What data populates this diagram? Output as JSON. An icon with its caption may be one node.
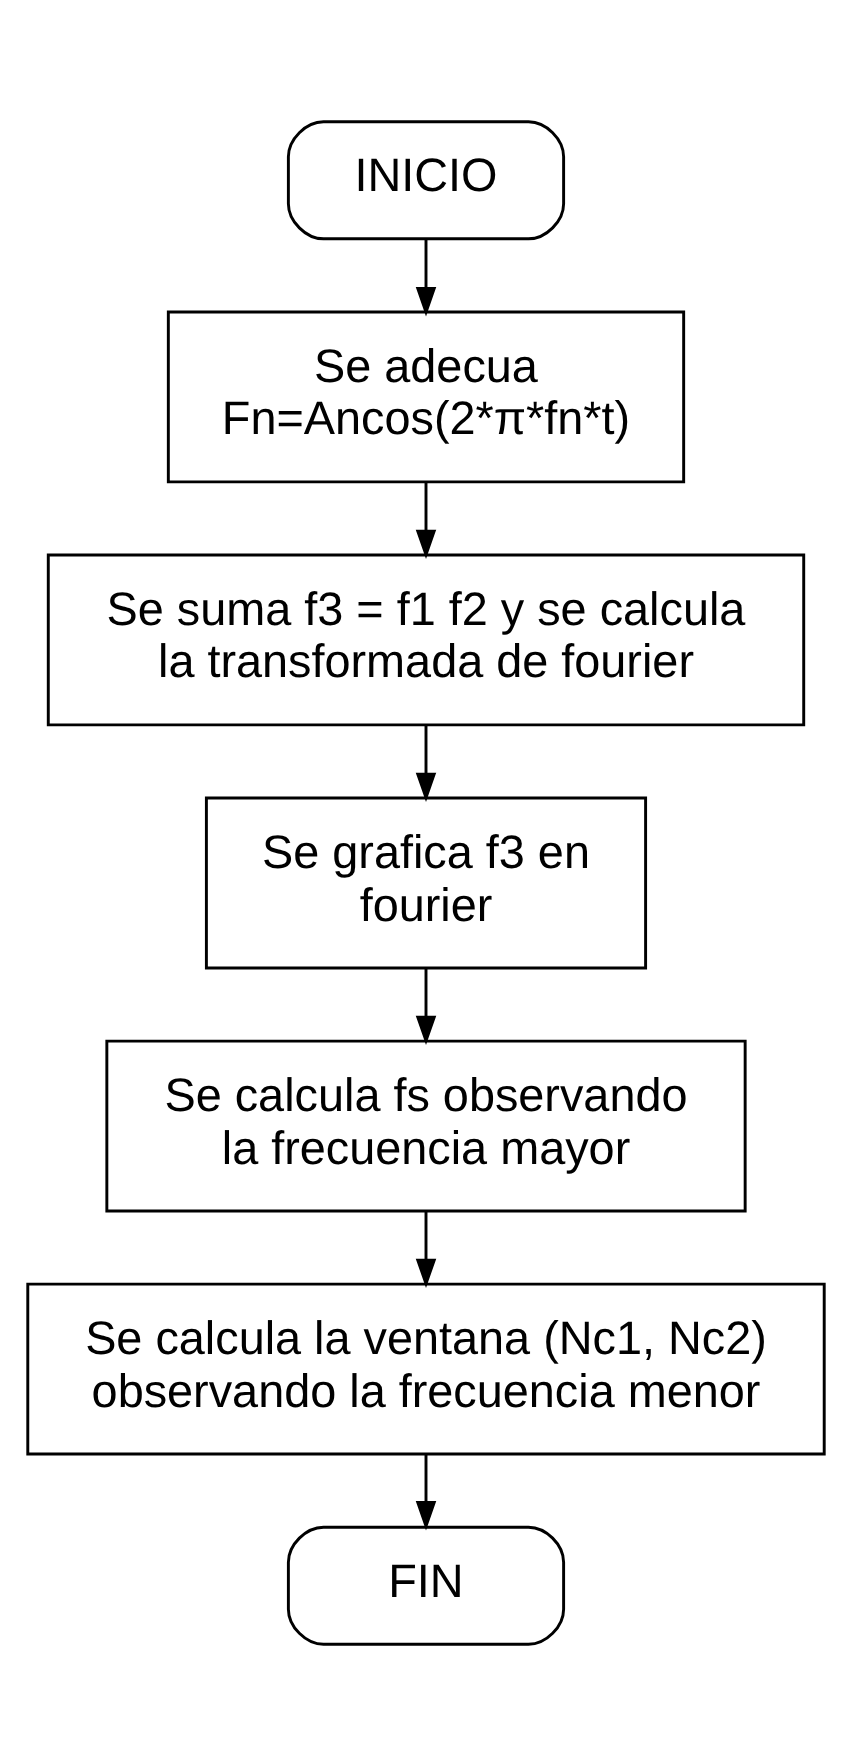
{
  "diagram": {
    "nodes": [
      {
        "text": [
          "INICIO"
        ]
      },
      {
        "text": [
          "Se adecua Fn=Ancos(2*π*fn*t)"
        ]
      },
      {
        "text": [
          "Se suma f3 = f1 f2 y se calcula la transformada de fourier"
        ]
      },
      {
        "text": [
          "Se grafica f3 en fourier"
        ]
      },
      {
        "text": [
          "Se calcula fs observando la frecuencia mayor"
        ]
      },
      {
        "text": [
          "Se calcula la ventana (Nc1, Nc2) observando la frecuencia menor"
        ]
      },
      {
        "text": [
          "FIN"
        ]
      }
    ],
    "edges": [
      {
        "from": 0,
        "to": 1,
        "arrow": "to"
      },
      {
        "from": 1,
        "to": 2,
        "arrow": "to"
      },
      {
        "from": 2,
        "to": 3,
        "arrow": "to"
      },
      {
        "from": 3,
        "to": 4,
        "arrow": "to"
      },
      {
        "from": 4,
        "to": 5,
        "arrow": "to"
      },
      {
        "from": 5,
        "to": 6,
        "arrow": "to"
      }
    ]
  }
}
